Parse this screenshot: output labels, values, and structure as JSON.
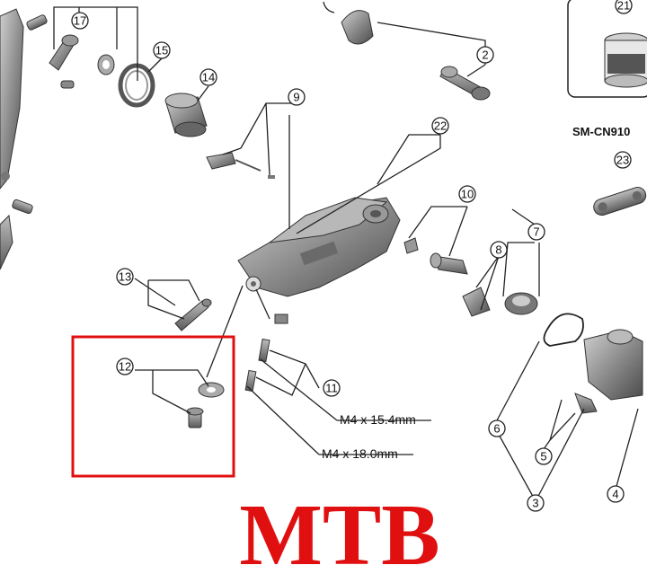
{
  "part_numbers": [
    "17",
    "15",
    "14",
    "9",
    "2",
    "22",
    "21",
    "10",
    "23",
    "7",
    "8",
    "13",
    "12",
    "11",
    "6",
    "5",
    "3",
    "4"
  ],
  "models": [
    "SM-CN910"
  ],
  "specs": [
    "M4 x 15.4mm",
    "M4 x 18.0mm"
  ],
  "brand_text": "MTB",
  "colors": {
    "highlight_box": "#e01010",
    "brand_text": "#e01010",
    "line": "#222222",
    "part_shade": "#8a8a8a"
  }
}
